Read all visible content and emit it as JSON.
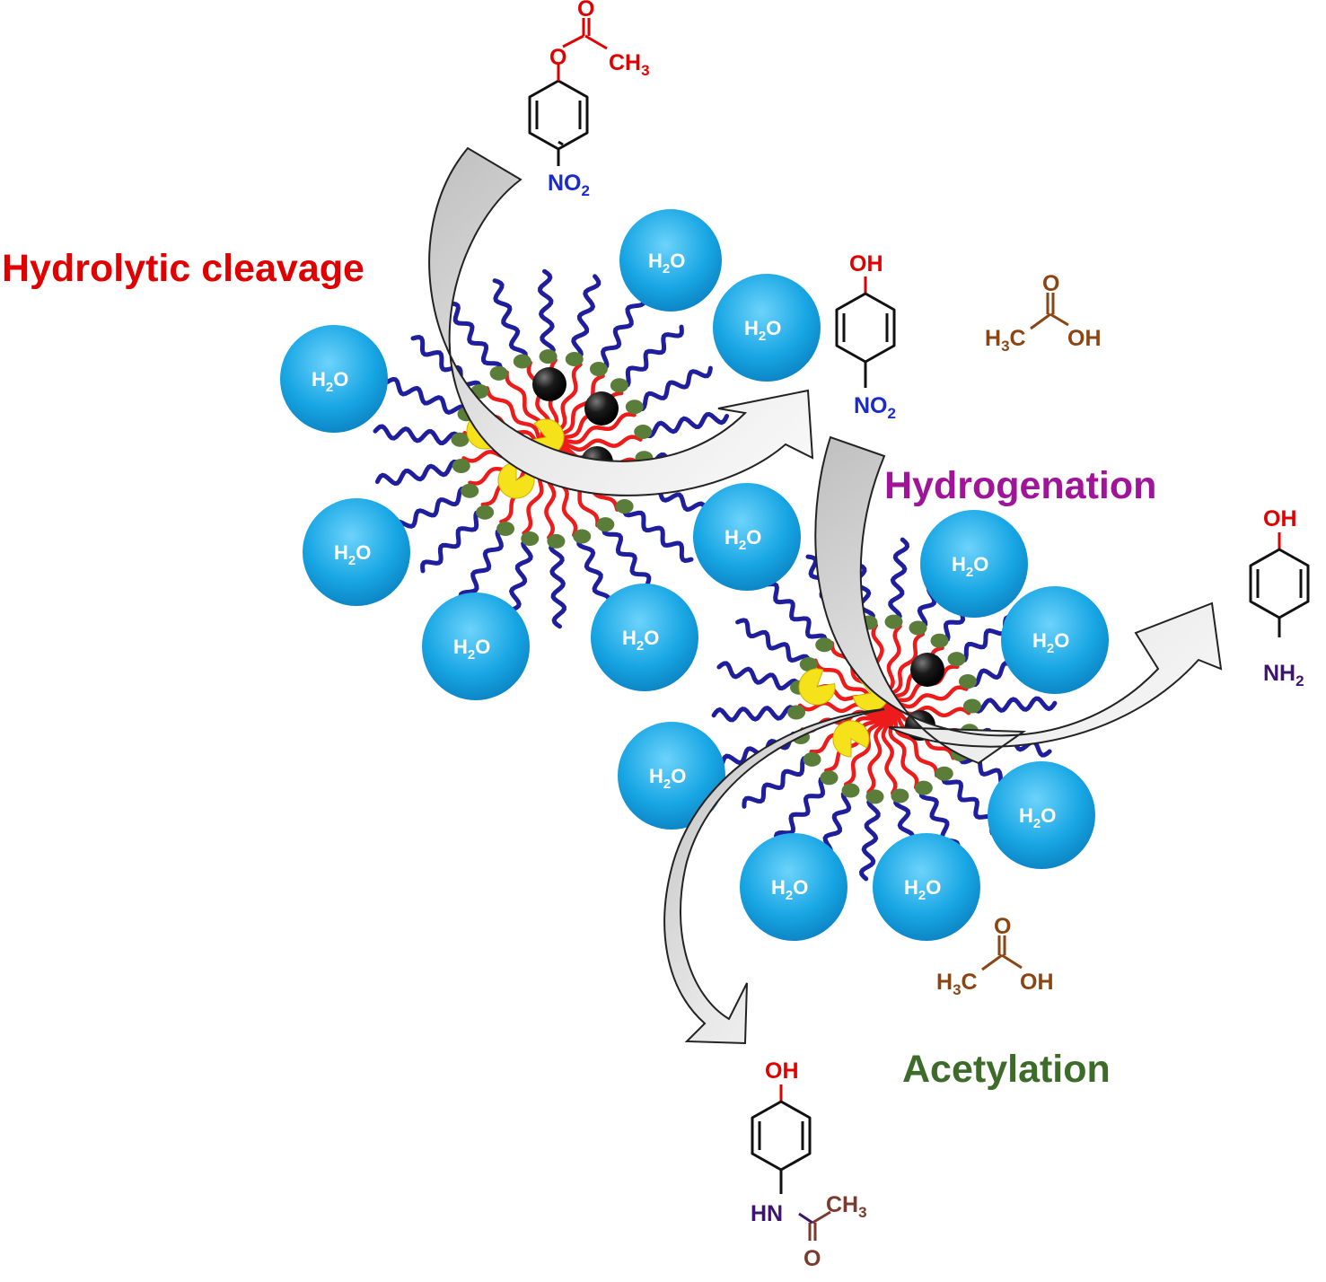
{
  "labels": {
    "hydrolytic_cleavage": "Hydrolytic cleavage",
    "hydrogenation": "Hydrogenation",
    "acetylation": "Acetylation"
  },
  "water": {
    "main": "H",
    "sub": "2",
    "tail": "O"
  },
  "molecules": {
    "nitrophenyl_acetate": {
      "oxygen": "O",
      "carbonyl_o": "O",
      "methyl": "CH",
      "methyl_sub": "3",
      "nitro": "NO",
      "nitro_sub": "2"
    },
    "nitrophenol": {
      "hydroxyl": "OH",
      "nitro": "NO",
      "nitro_sub": "2"
    },
    "acetic_acid_1": {
      "methyl": "H",
      "methyl_sub": "3",
      "methyl_c": "C",
      "carbonyl_o": "O",
      "hydroxyl": "OH"
    },
    "acetic_acid_2": {
      "methyl": "H",
      "methyl_sub": "3",
      "methyl_c": "C",
      "carbonyl_o": "O",
      "hydroxyl": "OH"
    },
    "aminophenol": {
      "hydroxyl": "OH",
      "amine": "NH",
      "amine_sub": "2"
    },
    "paracetamol": {
      "hydroxyl": "OH",
      "amide_nh": "HN",
      "methyl": "CH",
      "methyl_sub": "3",
      "carbonyl_o": "O"
    }
  },
  "colors": {
    "hydrolytic_cleavage": "#e00000",
    "hydrogenation": "#a0149a",
    "acetylation": "#3d6b2a",
    "water_sphere": "#1aa6e3",
    "polymer_tail": "#1f1f9e",
    "polymer_core": "#ee1b1b",
    "junction": "#5a7d3a",
    "metal_particle": "#111111",
    "enzyme": "#f5e21a",
    "arrow_fill": "#d4d4d4",
    "hydroxyl": "#e00000",
    "nitro": "#1a2bc9",
    "acid": "#8b4513",
    "amine": "#3d1470",
    "acetyl": "#7a3b2e"
  }
}
